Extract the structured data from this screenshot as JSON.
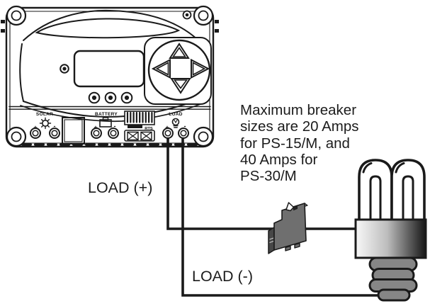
{
  "annotations": {
    "breaker_note": "Maximum breaker\nsizes are 20 Amps\nfor PS-15/M, and\n40 Amps for\nPS-30/M",
    "load_positive": "LOAD (+)",
    "load_negative": "LOAD (-)"
  },
  "controller": {
    "labels": {
      "solar": "SOLAR",
      "battery": "BATTERY",
      "rts": "RTS",
      "load": "LOAD"
    },
    "polarity": {
      "plus": "+",
      "minus": "-"
    }
  },
  "icons": [
    "sun-icon",
    "battery-icon",
    "lightbulb-icon",
    "dpad-up-icon",
    "dpad-down-icon",
    "dpad-left-icon",
    "dpad-right-icon",
    "screw-icon",
    "cfl-bulb",
    "circuit-breaker"
  ],
  "colors": {
    "line": "#1a1a1a",
    "text": "#1c1c1c",
    "background": "#ffffff",
    "breaker_front": "#6f6f6f",
    "breaker_side": "#474747",
    "breaker_top": "#a8a8a8",
    "bulb_screw_base": "#868686",
    "bulb_housing_gradient_start": "#f8f8f8",
    "bulb_housing_gradient_end": "#161616"
  }
}
